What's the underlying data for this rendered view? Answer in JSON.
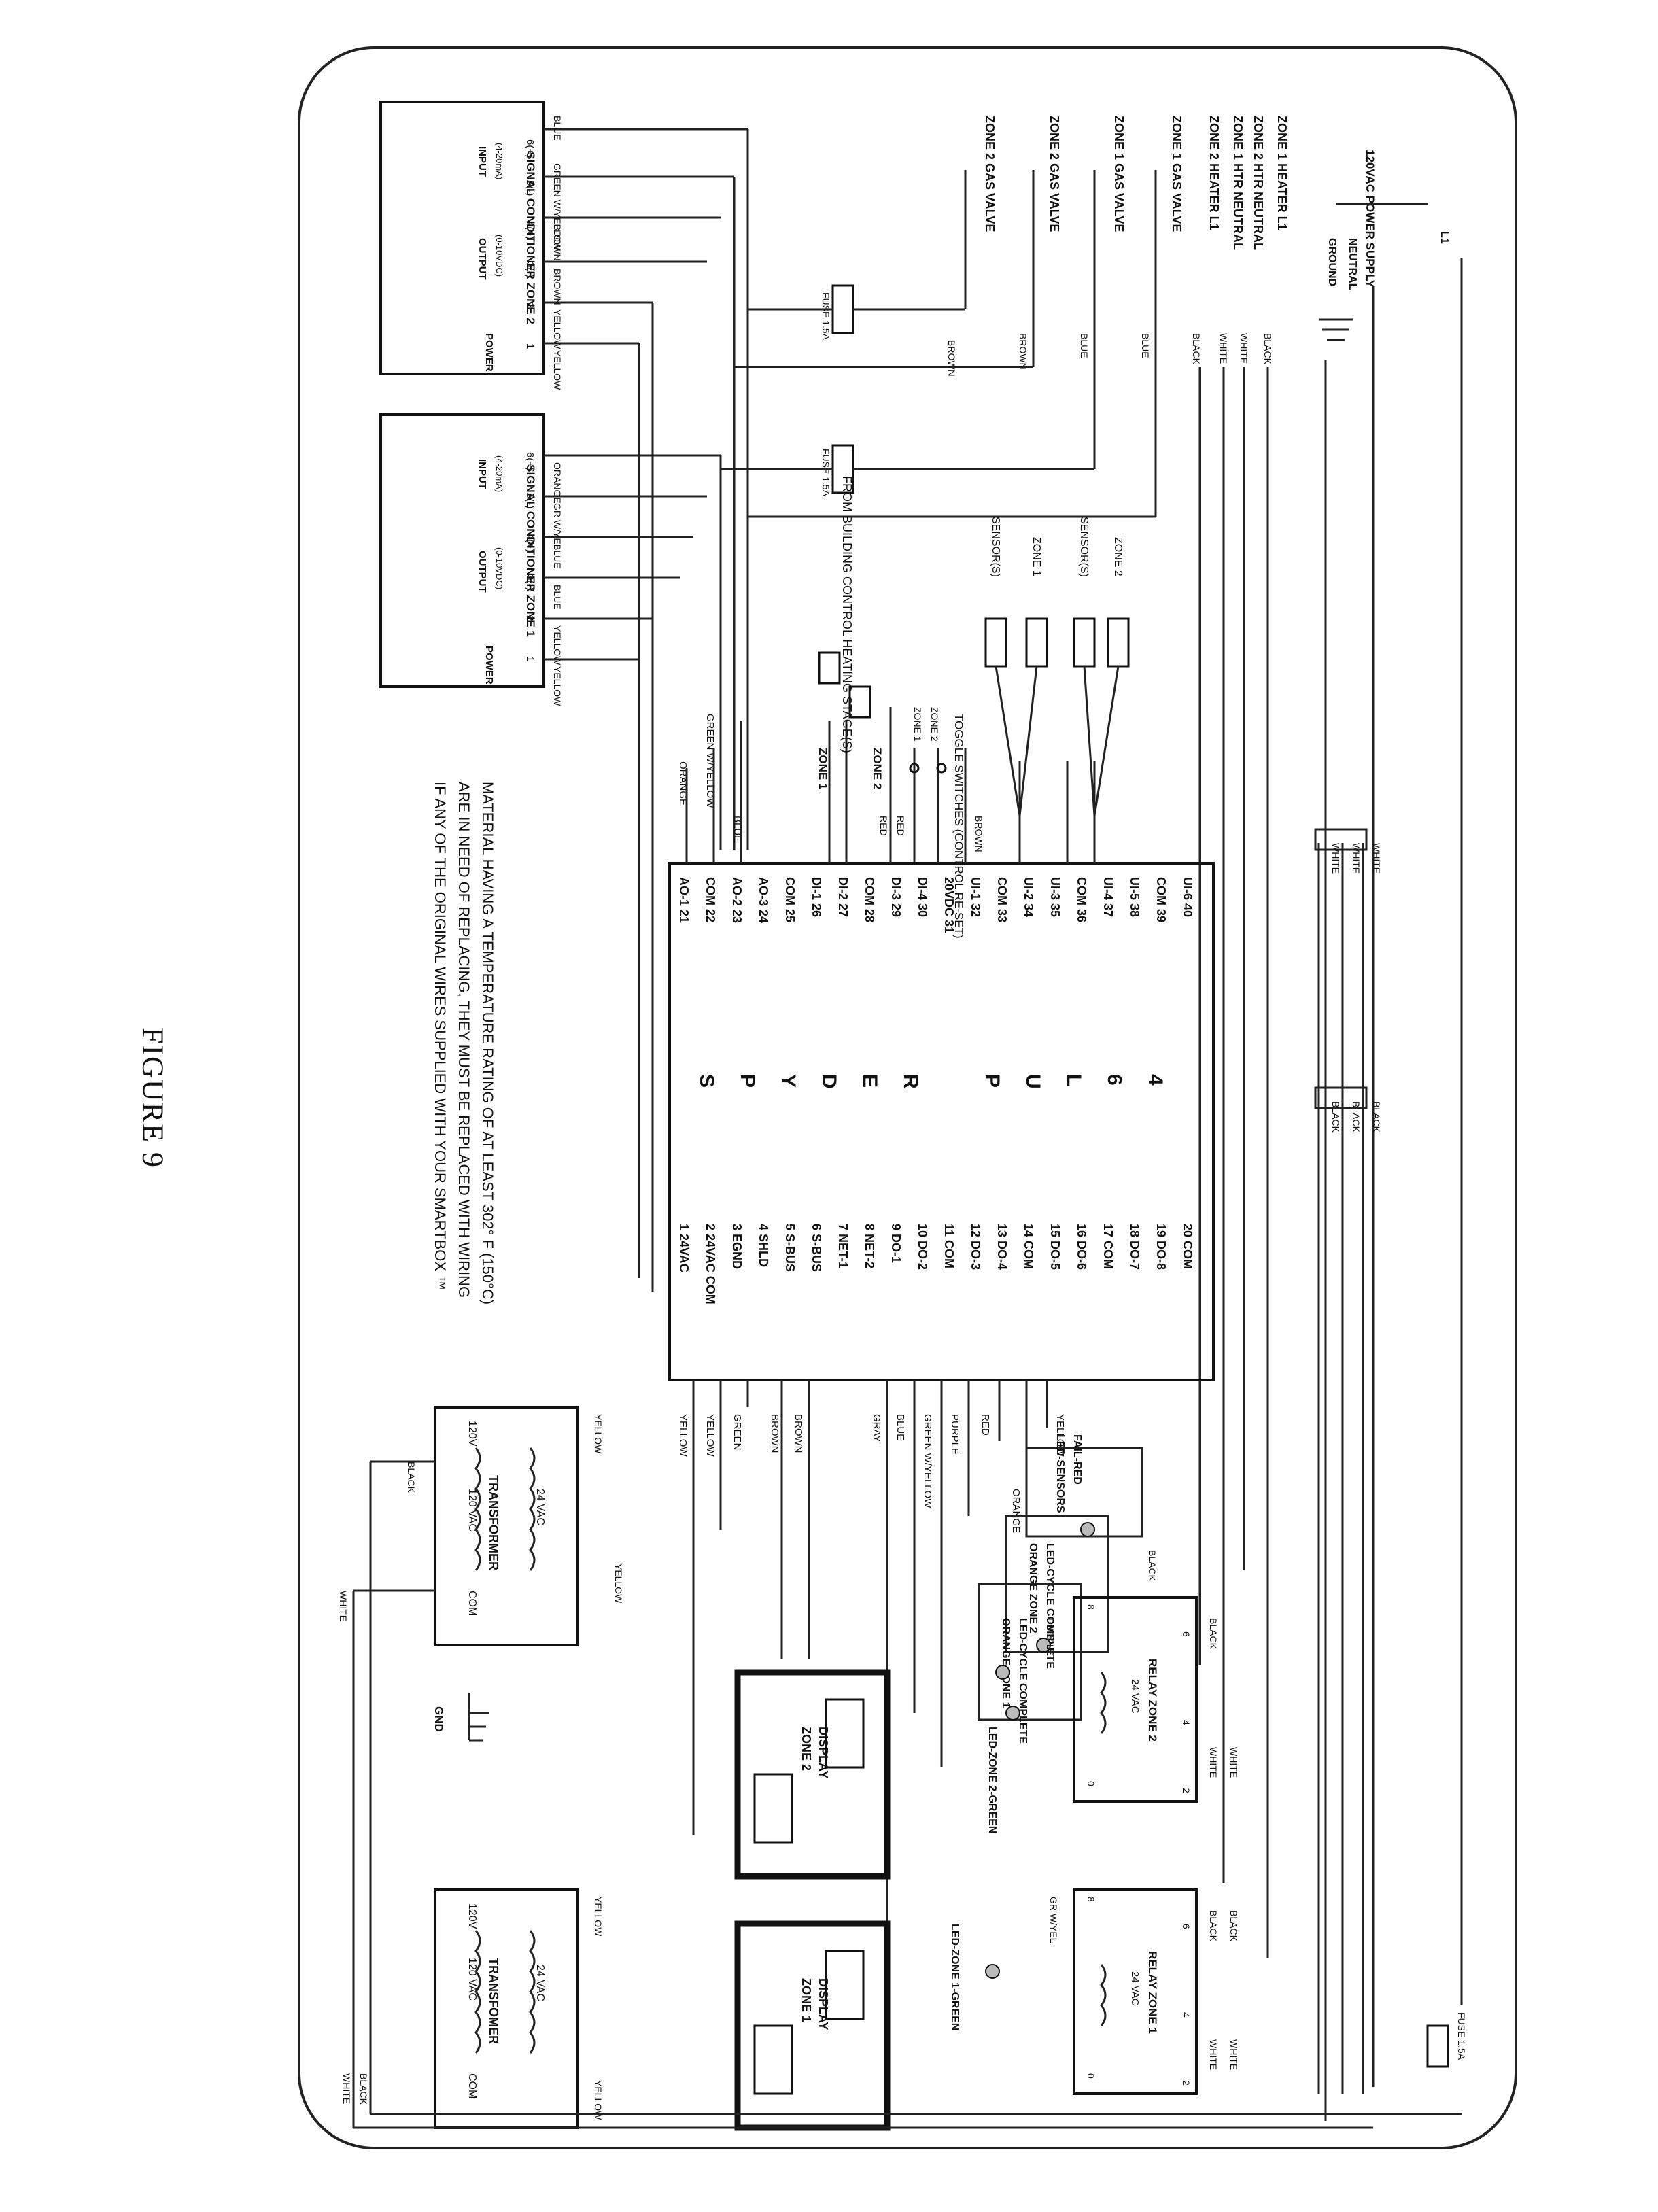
{
  "figure_title": "FIGURE 9",
  "note": [
    "IF ANY OF THE ORIGINAL WIRES SUPPLIED WITH YOUR SMARTBOX ™",
    "ARE IN NEED OF REPLACING, THEY MUST BE REPLACED WITH WIRING",
    "MATERIAL HAVING A TEMPERATURE RATING OF AT LEAST 302° F (150°C)"
  ],
  "controller": {
    "name_letters": [
      "S",
      "P",
      "Y",
      "D",
      "E",
      "R",
      "",
      "P",
      "U",
      "L",
      "6",
      "4"
    ],
    "left_terminals": [
      "1 24VAC",
      "2 24VAC COM",
      "3 EGND",
      "4 SHLD",
      "5 S-BUS",
      "6 S-BUS",
      "7 NET-1",
      "8 NET-2",
      "9 DO-1",
      "10 DO-2",
      "11 COM",
      "12 DO-3",
      "13 DO-4",
      "14 COM",
      "15 DO-5",
      "16 DO-6",
      "17 COM",
      "18 DO-7",
      "19 DO-8",
      "20 COM"
    ],
    "right_terminals": [
      "AO-1 21",
      "COM 22",
      "AO-2 23",
      "AO-3 24",
      "COM 25",
      "DI-1 26",
      "DI-2 27",
      "COM 28",
      "DI-3 29",
      "DI-4 30",
      "20VDC 31",
      "UI-1 32",
      "COM 33",
      "UI-2 34",
      "UI-3 35",
      "COM 36",
      "UI-4 37",
      "UI-5 38",
      "COM 39",
      "UI-6 40"
    ]
  },
  "left_wire_labels": [
    "YELLOW",
    "YELLOW",
    "GREEN",
    "BROWN",
    "BROWN",
    "GRAY",
    "BLUE",
    "GREEN W/YELLOW",
    "PURPLE",
    "RED",
    "ORANGE",
    "YELLOW"
  ],
  "right_wire_labels": [
    "ORANGE",
    "GREEN W/YELLOW",
    "BLUE"
  ],
  "signal_conditioners": [
    {
      "title": "SIGNAL CONDITIONER ZONE 1",
      "headers": [
        "POWER",
        "OUTPUT",
        "(0-10VDC)",
        "INPUT",
        "(4-20mA)"
      ],
      "terminals": [
        "1",
        "2",
        "3(-)",
        "4(+)",
        "5(-)",
        "6(+)"
      ],
      "wires": [
        "YELLOW",
        "YELLOW",
        "BLUE",
        "BLUE",
        "GR W/YEL",
        "ORANGE"
      ]
    },
    {
      "title": "SIGNAL CONDITIONER ZONE 2",
      "headers": [
        "POWER",
        "OUTPUT",
        "(0-10VDC)",
        "INPUT",
        "(4-20mA)"
      ],
      "terminals": [
        "1",
        "2",
        "3(-)",
        "4(+)",
        "5(-)",
        "6(+)"
      ],
      "wires": [
        "YELLOW",
        "YELLOW",
        "BROWN",
        "BROWN",
        "GREEN W/YELLOW",
        "BLUE"
      ]
    }
  ],
  "fuses": [
    "FUSE 1.5A",
    "FUSE 1.5A",
    "FUSE 1.5A"
  ],
  "gas_valves": [
    "ZONE 2 GAS VALVE",
    "ZONE 2 GAS VALVE",
    "ZONE 1 GAS VALVE",
    "ZONE 1 GAS VALVE"
  ],
  "gas_valve_wires": [
    "BROWN",
    "BROWN",
    "BLUE",
    "BLUE"
  ],
  "heater_labels": [
    "ZONE 2 HEATER L1",
    "ZONE 1 HTR NEUTRAL",
    "ZONE 2 HTR NEUTRAL",
    "ZONE 1 HEATER L1"
  ],
  "heater_wires": [
    "BLACK",
    "WHITE",
    "WHITE",
    "BLACK"
  ],
  "power_supply": {
    "title": "120VAC POWER SUPPLY",
    "terminals": [
      "GROUND",
      "NEUTRAL",
      "L1"
    ]
  },
  "building_control": "FROM BUILDING CONTROL HEATING STAGE(S)",
  "zone_tags": [
    "ZONE 1",
    "ZONE 2"
  ],
  "toggle_switches": "TOGGLE SWITCHES (CONTROL RE-SET)",
  "toggle_zone_labels": [
    "ZONE 1",
    "ZONE 2"
  ],
  "toggle_wires": [
    "RED",
    "RED",
    "BROWN"
  ],
  "sensors": [
    {
      "label": "SENSOR(S)",
      "zone": "ZONE 1"
    },
    {
      "label": "SENSOR(S)",
      "zone": "ZONE 2"
    }
  ],
  "leds": [
    {
      "line1": "LED-CYCLE COMPLETE",
      "line2": "ORANGE ZONE 1"
    },
    {
      "line1": "LED-CYCLE COMPLETE",
      "line2": "ORANGE ZONE 2"
    },
    {
      "line1": "LED-SENSORS",
      "line2": "FAIL-RED"
    }
  ],
  "transformers": [
    {
      "title": "TRANSFORMER",
      "primary": "120 VAC",
      "secondary": "24 VAC",
      "com": "COM",
      "tap": "120V",
      "wires_top": [
        "BLACK",
        "WHITE"
      ],
      "wires_bottom": [
        "YELLOW",
        "YELLOW"
      ]
    },
    {
      "title": "TRANSFOMER",
      "primary": "120 VAC",
      "secondary": "24 VAC",
      "com": "COM",
      "tap": "120V",
      "wires_top": [],
      "wires_bottom": [
        "YELLOW",
        "YELLOW"
      ]
    }
  ],
  "gnd": "GND",
  "displays": [
    {
      "line1": "ZONE 1",
      "line2": "DISPLAY"
    },
    {
      "line1": "ZONE 2",
      "line2": "DISPLAY"
    }
  ],
  "relays": [
    {
      "title": "RELAY ZONE 1",
      "coil": "24 VAC",
      "terminals": [
        "0",
        "2",
        "4",
        "6",
        "8"
      ],
      "led": "LED-ZONE 1-GREEN",
      "coil_wire": "GR W/YEL",
      "wires": [
        "WHITE",
        "WHITE",
        "BLACK",
        "BLACK"
      ]
    },
    {
      "title": "RELAY ZONE 2",
      "coil": "24 VAC",
      "terminals": [
        "0",
        "2",
        "4",
        "6",
        "8"
      ],
      "led": "LED-ZONE 2-GREEN",
      "coil_wire": "PURPLE",
      "wires": [
        "WHITE",
        "WHITE",
        "BLACK",
        "BLACK"
      ]
    }
  ],
  "bus_labels": {
    "black": [
      "BLACK",
      "BLACK",
      "BLACK"
    ],
    "white": [
      "WHITE",
      "WHITE",
      "WHITE"
    ]
  },
  "frame_labels": [
    "WHITE",
    "BLACK"
  ]
}
